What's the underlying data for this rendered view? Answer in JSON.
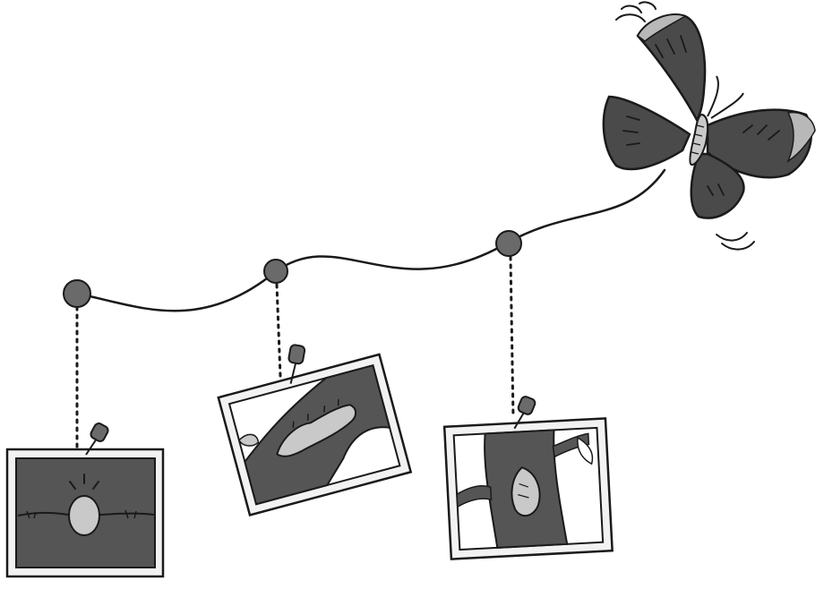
{
  "illustration": {
    "subject": "butterfly-life-cycle",
    "stages": [
      {
        "id": "egg",
        "icon": "egg-on-leaf-icon"
      },
      {
        "id": "larva",
        "icon": "caterpillar-on-branch-icon"
      },
      {
        "id": "pupa",
        "icon": "chrysalis-on-tree-icon"
      },
      {
        "id": "adult",
        "icon": "butterfly-icon"
      }
    ]
  },
  "colors": {
    "ink": "#1a1a1a",
    "frame_fill": "#555555",
    "frame_border": "#f2f2f2",
    "light_shape": "#c9c9c9",
    "wing": "#4a4a4a",
    "wing_tip": "#b8b8b8",
    "bead": "#6a6a6a"
  }
}
